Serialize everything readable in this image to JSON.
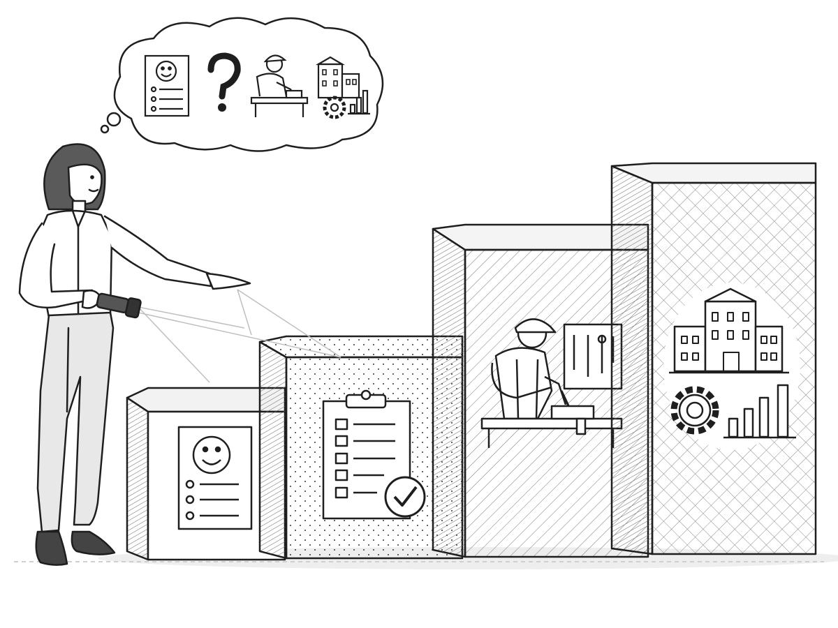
{
  "colors": {
    "ink": "#1e1e1e",
    "paper": "#ffffff",
    "shade": "#e4e4e4",
    "light_beam": "#bfbfbf"
  },
  "scene": {
    "figure": "woman-with-flashlight-pointing",
    "thought_bubble_icons": [
      "profile-card-icon",
      "question-mark-icon",
      "worker-at-bench-icon",
      "buildings-gear-chart-icon"
    ],
    "blocks": [
      {
        "name": "block-1",
        "texture": "plain",
        "icon": "profile-card-icon"
      },
      {
        "name": "block-2",
        "texture": "dots",
        "icon": "clipboard-checklist-icon"
      },
      {
        "name": "block-3",
        "texture": "diagonal-hatch",
        "icon": "worker-at-bench-icon"
      },
      {
        "name": "block-4",
        "texture": "cross-hatch",
        "icon": "buildings-gear-chart-icon"
      }
    ]
  }
}
